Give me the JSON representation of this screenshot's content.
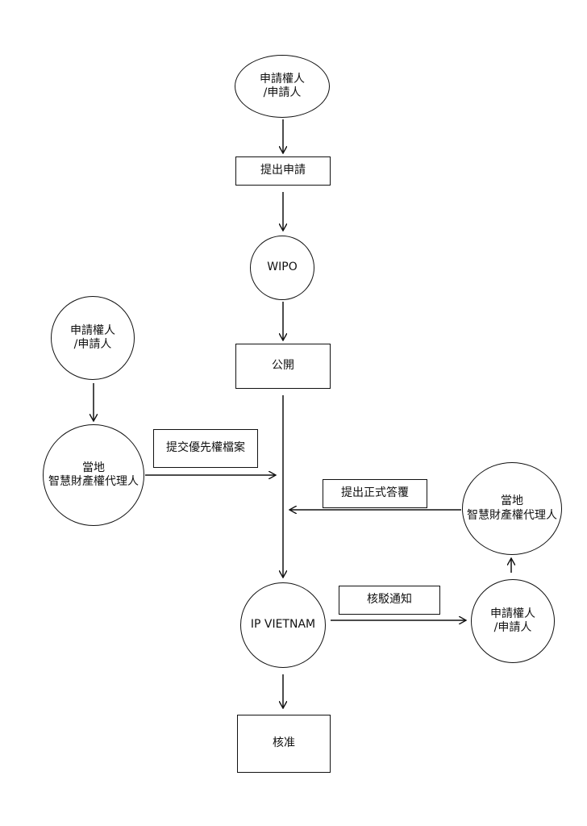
{
  "nodes": {
    "applicant_top": {
      "line1": "申請權人",
      "line2": "/申請人"
    },
    "submit_application": {
      "label": "提出申請"
    },
    "wipo": {
      "label": "WIPO"
    },
    "publication": {
      "label": "公開"
    },
    "applicant_left": {
      "line1": "申請權人",
      "line2": "/申請人"
    },
    "agent_left": {
      "line1": "當地",
      "line2": "智慧財產權代理人"
    },
    "priority_docs": {
      "label": "提交優先權檔案"
    },
    "formal_response": {
      "label": "提出正式答覆"
    },
    "agent_right": {
      "line1": "當地",
      "line2": "智慧財產權代理人"
    },
    "rejection_notice": {
      "label": "核駁通知"
    },
    "ip_vietnam": {
      "label": "IP VIETNAM"
    },
    "applicant_right": {
      "line1": "申請權人",
      "line2": "/申請人"
    },
    "grant": {
      "label": "核准"
    }
  }
}
